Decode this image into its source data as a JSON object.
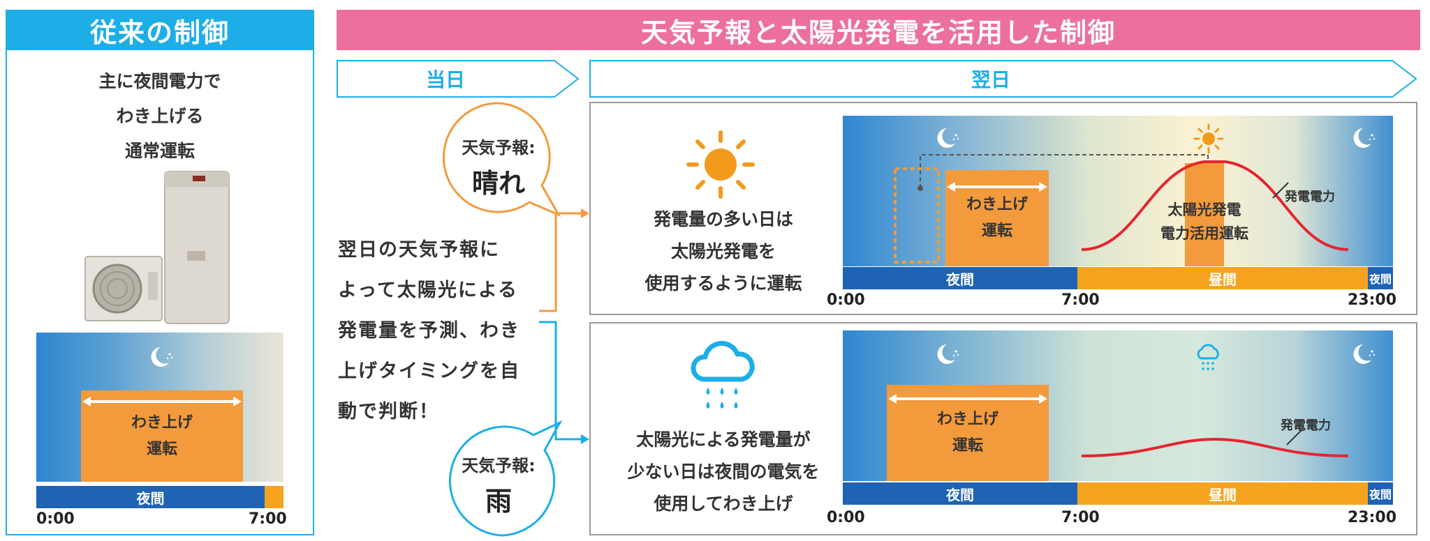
{
  "colors": {
    "blue_accent": "#1daee8",
    "pink_header": "#ec6fa0",
    "orange": "#f39a3c",
    "night_bar": "#1e63b4",
    "day_bar": "#f5a31f",
    "curve": "#e32631"
  },
  "left": {
    "title": "従来の制御",
    "lines": [
      "主に夜間電力で",
      "わき上げる",
      "通常運転"
    ],
    "chart": {
      "box_label": [
        "わき上げ",
        "運転"
      ],
      "bar_night": "夜間",
      "tick_start": "0:00",
      "tick_end": "7:00"
    }
  },
  "right": {
    "title": "天気予報と太陽光発電を活用した制御",
    "arrow_today": "当日",
    "arrow_next": "翌日",
    "bubble_sun": {
      "label": "天気予報:",
      "value": "晴れ"
    },
    "bubble_rain": {
      "label": "天気予報:",
      "value": "雨"
    },
    "middle_text": [
      "翌日の天気予報に",
      "よって太陽光による",
      "発電量を予測、わき",
      "上げタイミングを自",
      "動で判断！"
    ],
    "sunny": {
      "desc": [
        "発電量の多い日は",
        "太陽光発電を",
        "使用するように運転"
      ],
      "box_label": [
        "わき上げ",
        "運転"
      ],
      "solar_label": [
        "太陽光発電",
        "電力活用運転"
      ],
      "curve_label": "発電電力",
      "bar_night": "夜間",
      "bar_day": "昼間",
      "bar_night2": "夜間",
      "tick_0": "0:00",
      "tick_7": "7:00",
      "tick_23": "23:00"
    },
    "rainy": {
      "desc": [
        "太陽光による発電量が",
        "少ない日は夜間の電気を",
        "使用してわき上げ"
      ],
      "box_label": [
        "わき上げ",
        "運転"
      ],
      "curve_label": "発電電力",
      "bar_night": "夜間",
      "bar_day": "昼間",
      "bar_night2": "夜間",
      "tick_0": "0:00",
      "tick_7": "7:00",
      "tick_23": "23:00"
    }
  }
}
